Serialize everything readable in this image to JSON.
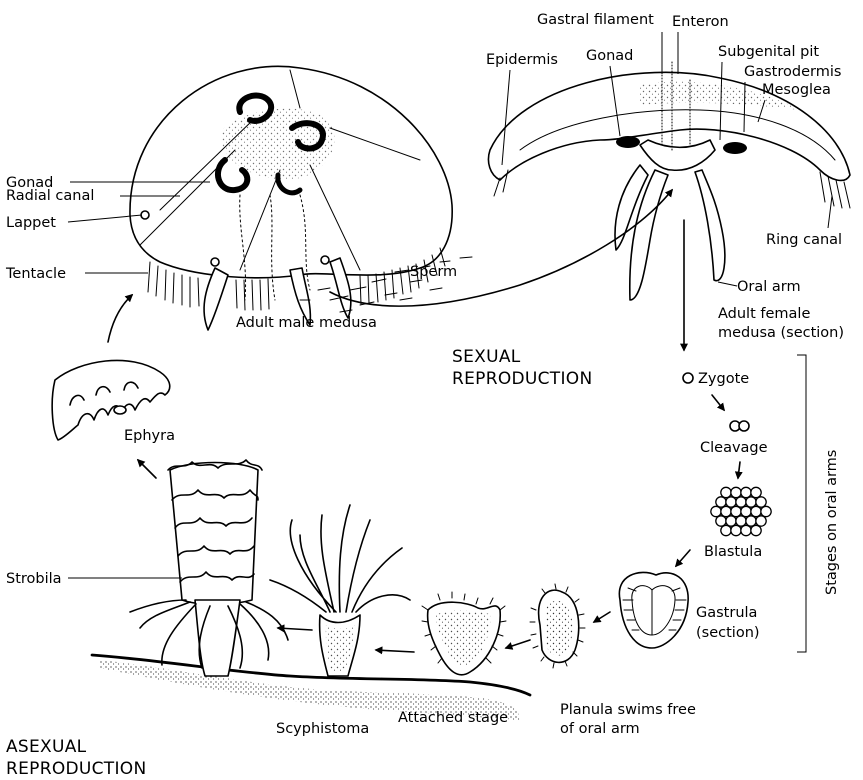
{
  "labels": {
    "gonad_left": "Gonad",
    "radial_canal": "Radial canal",
    "lappet": "Lappet",
    "tentacle": "Tentacle",
    "adult_male": "Adult male medusa",
    "sperm": "Sperm",
    "epidermis": "Epidermis",
    "gonad_right": "Gonad",
    "gastral_filament": "Gastral filament",
    "enteron": "Enteron",
    "subgenital_pit": "Subgenital pit",
    "gastrodermis": "Gastrodermis",
    "mesoglea": "Mesoglea",
    "ring_canal": "Ring canal",
    "oral_arm": "Oral arm",
    "adult_female_1": "Adult female",
    "adult_female_2": "medusa (section)",
    "sexual_1": "SEXUAL",
    "sexual_2": "REPRODUCTION",
    "zygote": "Zygote",
    "cleavage": "Cleavage",
    "blastula": "Blastula",
    "gastrula_1": "Gastrula",
    "gastrula_2": "(section)",
    "stages_oral_arms": "Stages on oral arms",
    "planula_1": "Planula swims free",
    "planula_2": "of oral arm",
    "attached": "Attached stage",
    "scyphistoma": "Scyphistoma",
    "strobila": "Strobila",
    "ephyra": "Ephyra",
    "asexual_1": "ASEXUAL",
    "asexual_2": "REPRODUCTION"
  }
}
